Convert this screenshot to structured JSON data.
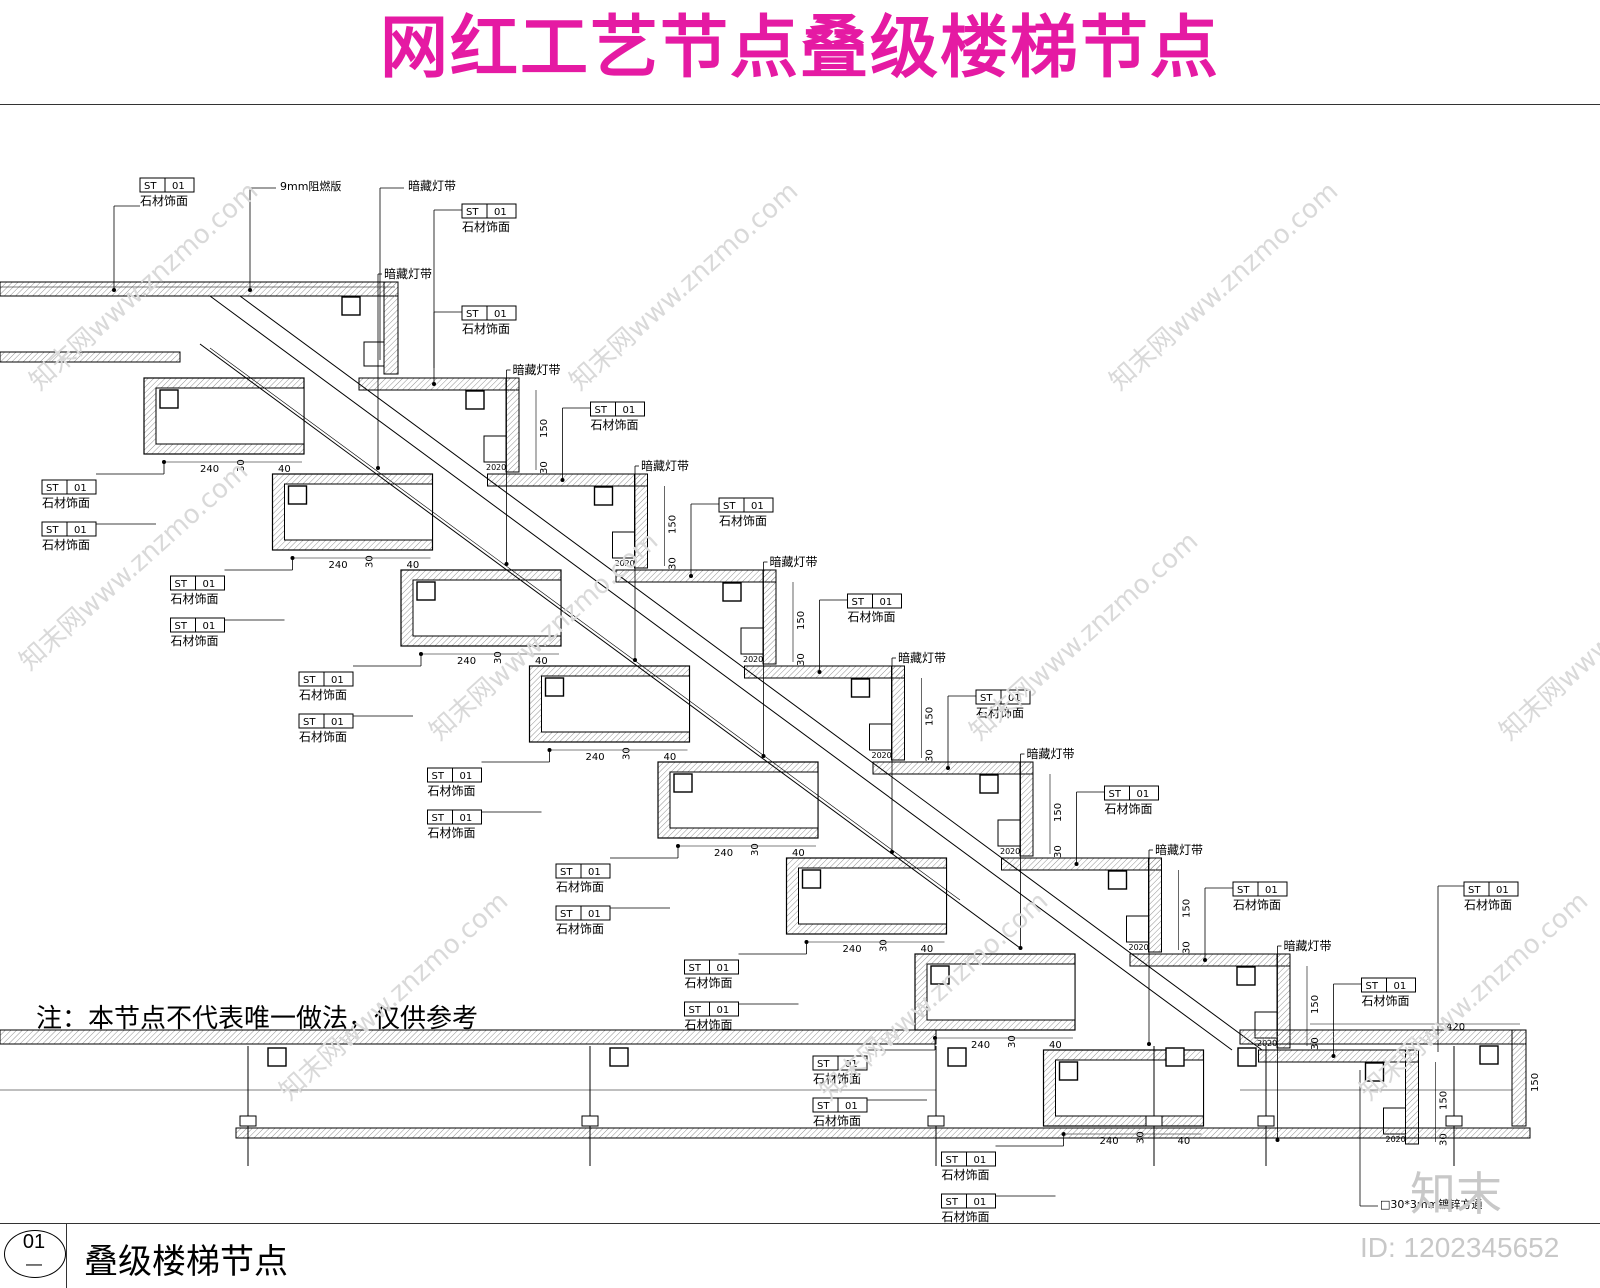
{
  "title": "网红工艺节点叠级楼梯节点",
  "note": "注：本节点不代表唯一做法，仅供参考",
  "drawing": {
    "number": "01",
    "number_sub": "—",
    "caption": "叠级楼梯节点"
  },
  "tags": {
    "st_code": "ST",
    "st_num": "01",
    "finish": "石材饰面",
    "led": "暗藏灯带",
    "board": "9mm阻燃版",
    "pipe": "□30*3mm镀锌方通"
  },
  "dims": {
    "d150": "150",
    "d30": "30",
    "d40": "40",
    "d240": "240",
    "d20": "20",
    "d420": "420"
  },
  "watermark": {
    "site": "知末网www.znzmo.com",
    "logo": "知末",
    "id": "ID: 1202345652"
  }
}
